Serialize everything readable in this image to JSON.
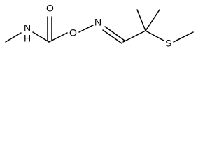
{
  "molecule": {
    "atoms": {
      "carbonyl_oxygen": "O",
      "amide_nitrogen": "N",
      "amide_hydrogen": "H",
      "ester_oxygen": "O",
      "oxime_nitrogen": "N",
      "sulfur": "S"
    }
  }
}
